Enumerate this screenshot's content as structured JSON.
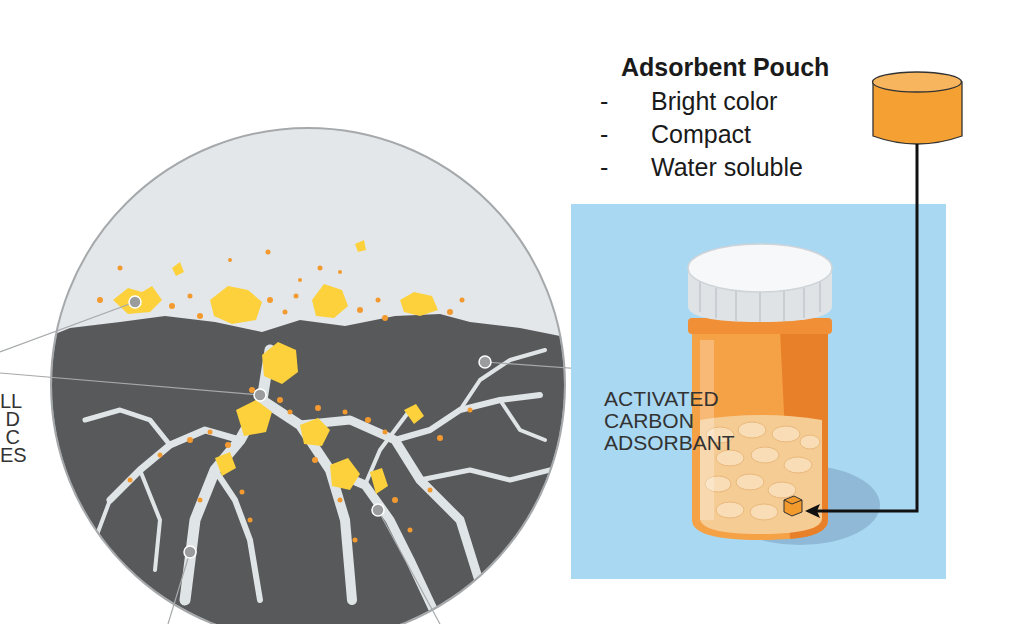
{
  "diagram": {
    "labels": [
      "Adsorbent Pouch",
      "-",
      "Bright color",
      "-",
      "Compact",
      "-",
      "Water soluble",
      "LL D C ES",
      "ACTIVATED CARBON ADSORBANT"
    ]
  }
}
